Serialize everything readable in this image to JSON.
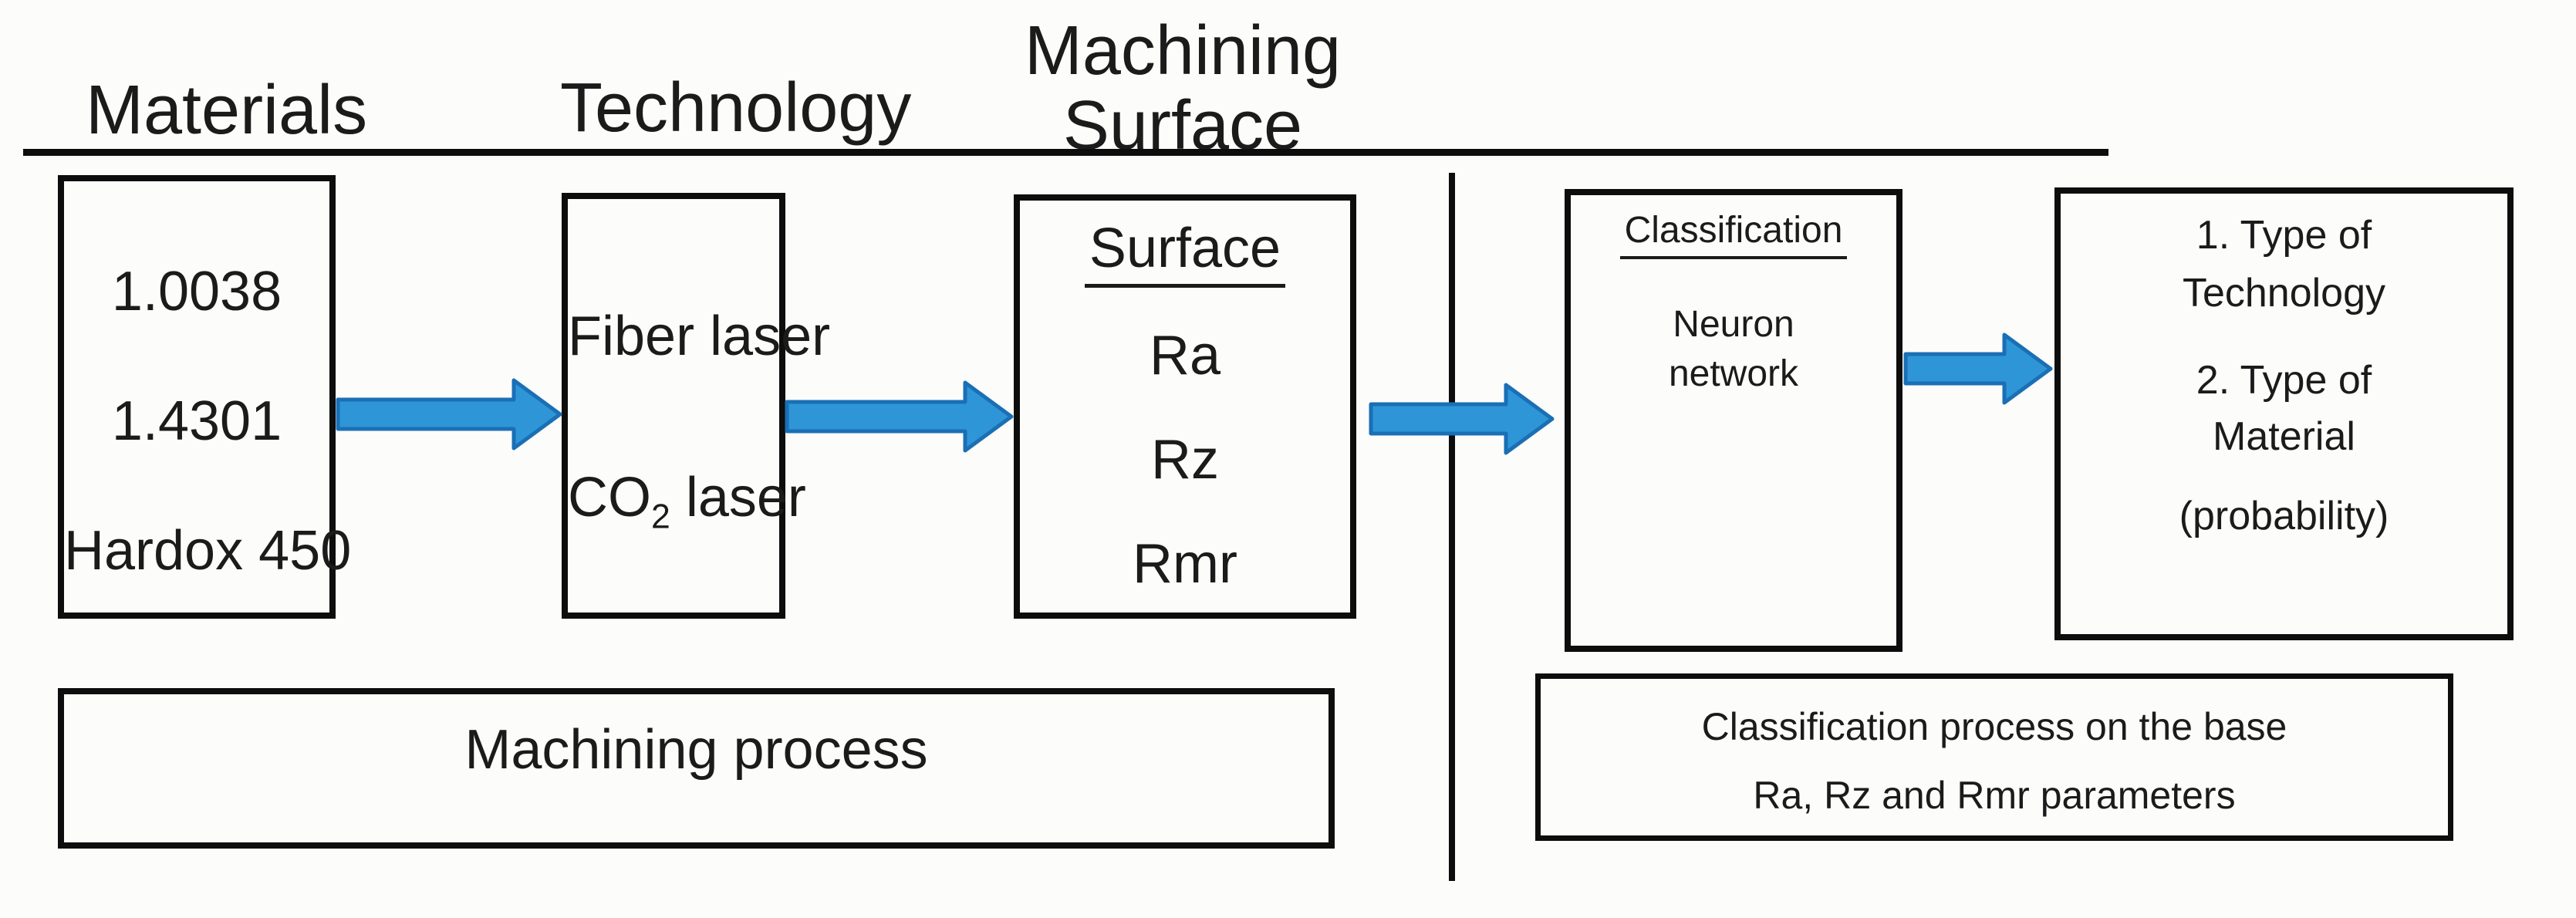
{
  "colors": {
    "background": "#fcfcfa",
    "ink": "#1b1b1b",
    "line": "#0d0d0d",
    "arrow_fill": "#2e96d6",
    "arrow_stroke": "#1a6fb5"
  },
  "header": {
    "materials_label": "Materials",
    "technology_label": "Technology",
    "machining_surface_label_line1": "Machining",
    "machining_surface_label_line2": "Surface"
  },
  "materials_box": {
    "items": [
      "1.0038",
      "1.4301",
      "Hardox 450"
    ]
  },
  "technology_box": {
    "fiber_laser": "Fiber laser",
    "co2_prefix": "CO",
    "co2_subscript": "2",
    "co2_suffix": " laser"
  },
  "surface_box": {
    "title": "Surface",
    "items": [
      "Ra",
      "Rz",
      "Rmr"
    ]
  },
  "classification_box": {
    "title": "Classification",
    "line1": "Neuron",
    "line2": "network"
  },
  "output_box": {
    "lines": [
      "1. Type of",
      "Technology",
      "2. Type of",
      "Material",
      "(probability)"
    ]
  },
  "machining_process_box": {
    "label": "Machining process"
  },
  "classification_process_box": {
    "line1": "Classification process on the base",
    "line2": "Ra, Rz and Rmr parameters"
  }
}
